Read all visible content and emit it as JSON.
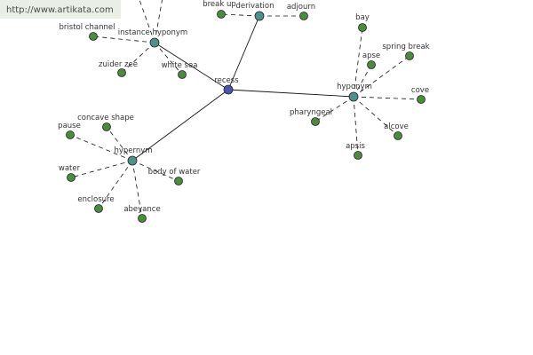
{
  "watermark": {
    "text": "http://www.artikata.com"
  },
  "colors": {
    "background": "#ffffff",
    "edge": "#111111",
    "root_node": "#4a56a8",
    "relation_node": "#4f8f8c",
    "word_node": "#4c8a3e",
    "node_outline": "#222222",
    "label": "#333333"
  },
  "graph": {
    "root": {
      "id": "recess",
      "label": "recess"
    },
    "relations": [
      {
        "id": "derivation",
        "label": "derivation"
      },
      {
        "id": "hyponym",
        "label": "hyponym"
      },
      {
        "id": "hypernym",
        "label": "hypernym"
      },
      {
        "id": "instance-hyponym",
        "label": "instance hyponym"
      }
    ],
    "words": [
      {
        "id": "break-up",
        "label": "break up",
        "relation": "derivation"
      },
      {
        "id": "adjourn",
        "label": "adjourn",
        "relation": "derivation"
      },
      {
        "id": "bay",
        "label": "bay",
        "relation": "hyponym"
      },
      {
        "id": "apse",
        "label": "apse",
        "relation": "hyponym"
      },
      {
        "id": "spring-break",
        "label": "spring break",
        "relation": "hyponym"
      },
      {
        "id": "cove",
        "label": "cove",
        "relation": "hyponym"
      },
      {
        "id": "alcove",
        "label": "alcove",
        "relation": "hyponym"
      },
      {
        "id": "apsis",
        "label": "apsis",
        "relation": "hyponym"
      },
      {
        "id": "pharyngeal",
        "label": "pharyngeal",
        "relation": "hyponym"
      },
      {
        "id": "pause",
        "label": "pause",
        "relation": "hypernym"
      },
      {
        "id": "concave-shape",
        "label": "concave shape",
        "relation": "hypernym"
      },
      {
        "id": "water",
        "label": "water",
        "relation": "hypernym"
      },
      {
        "id": "body-of-water",
        "label": "body of water",
        "relation": "hypernym"
      },
      {
        "id": "enclosure",
        "label": "enclosure",
        "relation": "hypernym"
      },
      {
        "id": "abeyance",
        "label": "abeyance",
        "relation": "hypernym"
      },
      {
        "id": "bristol-channel",
        "label": "bristol channel",
        "relation": "instance-hyponym"
      },
      {
        "id": "zuider-zee",
        "label": "zuider zee",
        "relation": "instance-hyponym"
      },
      {
        "id": "white-sea",
        "label": "white sea",
        "relation": "instance-hyponym"
      },
      {
        "id": "offscreen-1",
        "label": "",
        "relation": "instance-hyponym"
      },
      {
        "id": "offscreen-2",
        "label": "",
        "relation": "instance-hyponym"
      }
    ]
  }
}
